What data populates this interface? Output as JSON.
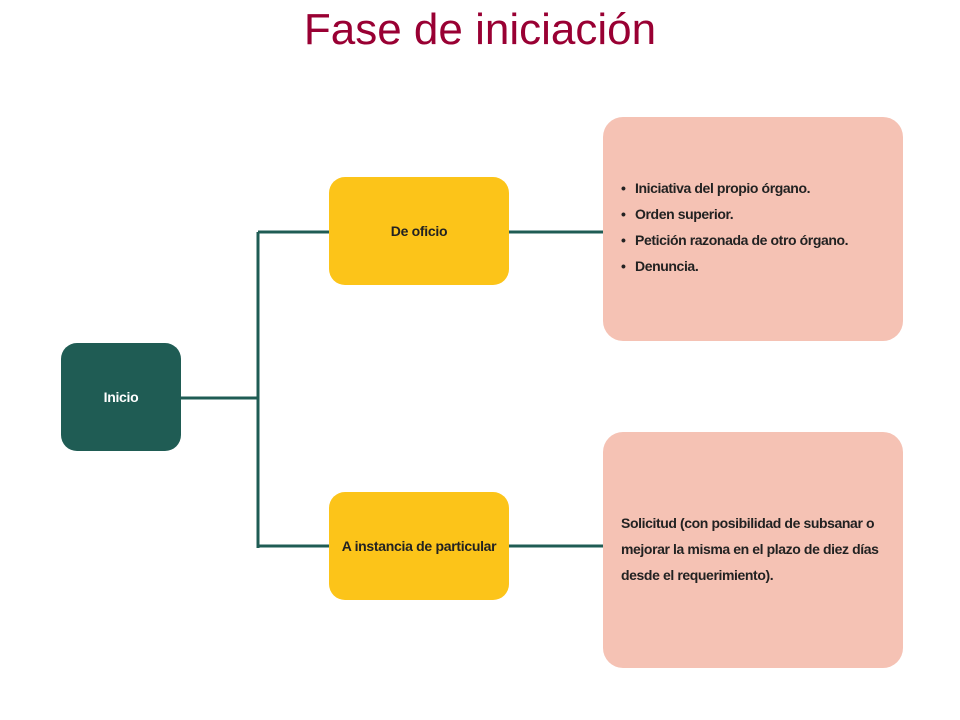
{
  "title": "Fase de iniciación",
  "diagram": {
    "root": {
      "label": "Inicio"
    },
    "branches": [
      {
        "label": "De oficio",
        "details": [
          "Iniciativa del propio órgano.",
          "Orden superior.",
          "Petición razonada de otro órgano.",
          "Denuncia."
        ]
      },
      {
        "label": "A instancia de particular",
        "details_text": "Solicitud (con posibilidad de subsanar o mejorar la misma en el plazo de diez días desde el requerimiento)."
      }
    ]
  },
  "colors": {
    "title": "#990033",
    "root": "#1f5c54",
    "branch": "#fcc419",
    "detail": "#f5c2b4",
    "connector": "#1f5c54"
  }
}
